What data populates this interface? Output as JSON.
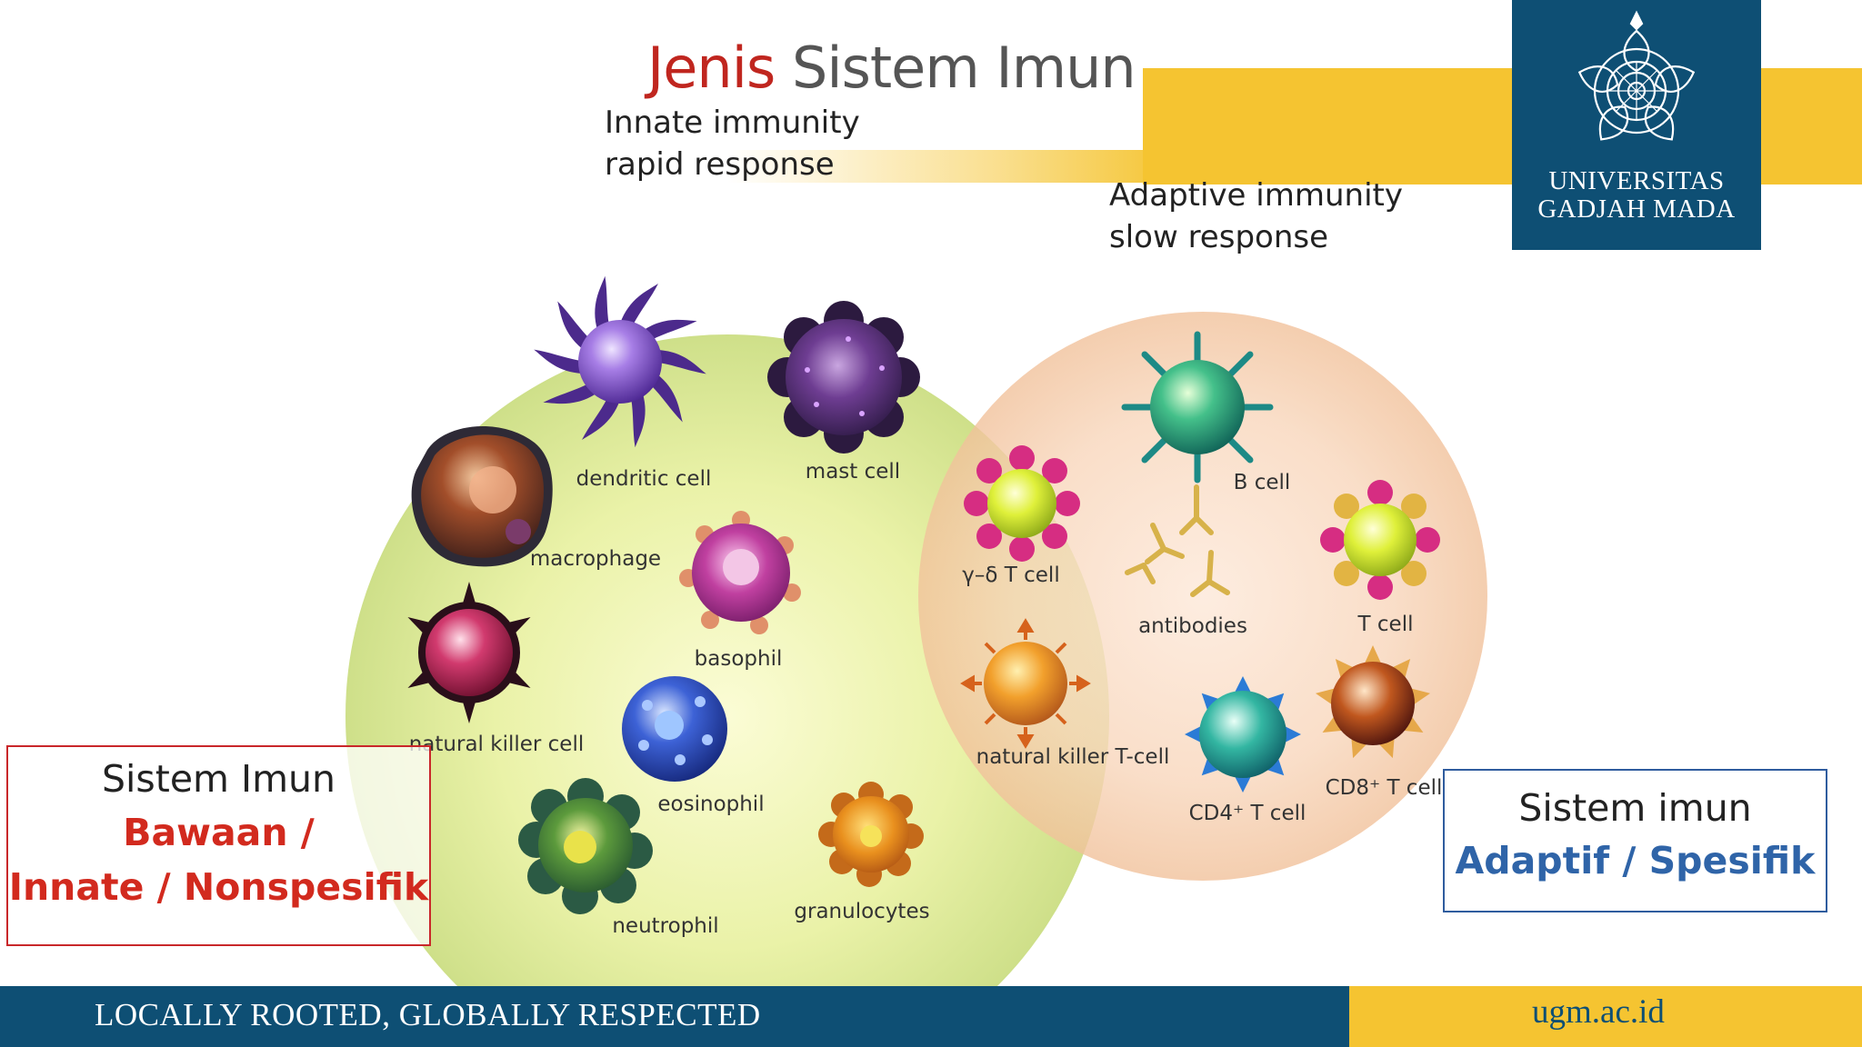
{
  "header": {
    "title_red": "Jenis",
    "title_rest": "Sistem Imun",
    "innate_line1": "Innate immunity",
    "innate_line2": "rapid response",
    "adaptive_line1": "Adaptive immunity",
    "adaptive_line2": "slow response"
  },
  "logo": {
    "line1": "UNIVERSITAS",
    "line2": "GADJAH MADA"
  },
  "footer": {
    "tagline": "LOCALLY ROOTED, GLOBALLY RESPECTED",
    "site": "ugm.ac.id"
  },
  "boxes": {
    "innate": {
      "title": "Sistem Imun",
      "line1": "Bawaan /",
      "line2": "Innate / Nonspesifik"
    },
    "adaptive": {
      "title": "Sistem imun",
      "line1": "Adaptif / Spesifik"
    }
  },
  "cells": {
    "dendritic": "dendritic cell",
    "mast": "mast cell",
    "macrophage": "macrophage",
    "basophil": "basophil",
    "nk": "natural killer cell",
    "eosinophil": "eosinophil",
    "neutrophil": "neutrophil",
    "granulocytes": "granulocytes",
    "gd_t": "γ–δ T cell",
    "nkt": "natural killer T-cell",
    "b": "B cell",
    "antibodies": "antibodies",
    "t": "T cell",
    "cd4": "CD4⁺ T cell",
    "cd8": "CD8⁺ T cell"
  },
  "colors": {
    "red": "#c0261f",
    "navy": "#0e4f74",
    "gold": "#f5c431",
    "innate_circle": "#dbe89a",
    "adaptive_circle": "#f3c9a4"
  }
}
